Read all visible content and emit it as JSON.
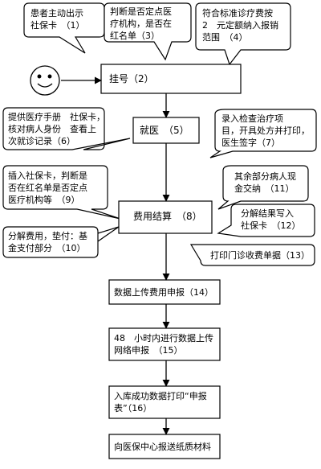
{
  "nodes": {
    "register": "挂号（2）",
    "visit": "就医　（5）",
    "settle": "费用结算　（8）",
    "upload": "数据上传费用申报（14）",
    "network": "48　小时内进行数据上传\n网络申报　（15）",
    "print_report": "入库成功数据打印“申报\n表”（16）",
    "submit": "向医保中心报送纸质材料"
  },
  "callouts": {
    "show_card": "患者主动出示\n社保卡　（1）",
    "check_blacklist": "判断是否定点医\n疗机构，是否在\n红名单（3）",
    "fee_reimburse": "符合标准诊疗费按\n2　元定额纳入报销\n范围　（4）",
    "verify_identity": "提供医疗手册　社保卡，\n核对病人身份　查看上\n次就诊记录（6）",
    "record_exam": "录入检查治疗项\n目，开具处方并打印，\n医生签字（7）",
    "insert_card": "插入社保卡，判断是\n否在红名单是否定点\n医疗机构等　（9）",
    "cash_pay": "其余部分病人现\n金交纳　（11）",
    "write_card": "分解结果写入\n社保卡　（12）",
    "split_fee": "分解费用，垫付：基\n金支付部分　（10）",
    "print_receipt": "打印门诊收费单据（13）"
  }
}
